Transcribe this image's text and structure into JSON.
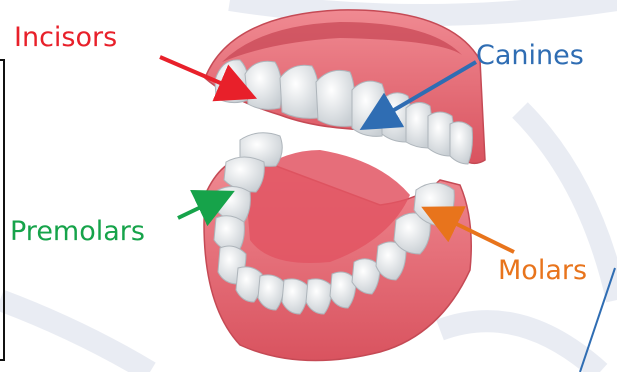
{
  "labels": {
    "incisors": "Incisors",
    "canines": "Canines",
    "premolars": "Premolars",
    "molars": "Molars"
  },
  "colors": {
    "incisors": "#e8202a",
    "canines": "#2f6db3",
    "premolars": "#16a34a",
    "molars": "#e8741c",
    "gum": "#e8707a",
    "tooth": "#f4f4f2",
    "bg_stroke": "#d4dae8"
  }
}
